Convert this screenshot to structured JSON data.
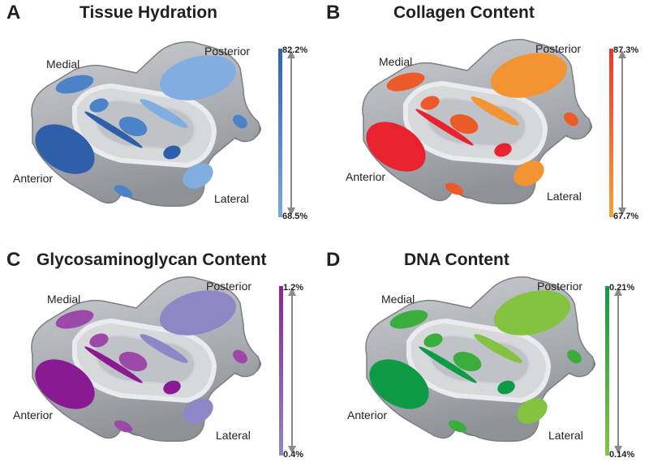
{
  "panels": [
    {
      "letter": "A",
      "title": "Tissue Hydration",
      "max_label": "82.2%",
      "min_label": "68.5%",
      "colors": {
        "dark": "#2e5fa8",
        "mid": "#4c82c8",
        "light": "#82ade0",
        "bar_top": "#3563aa",
        "bar_bottom": "#7aa8de"
      }
    },
    {
      "letter": "B",
      "title": "Collagen Content",
      "max_label": "87.3%",
      "min_label": "67.7%",
      "colors": {
        "dark": "#e8222f",
        "mid": "#ec5a2a",
        "light": "#f39432",
        "bar_top": "#e63a2c",
        "bar_bottom": "#f5a23a"
      }
    },
    {
      "letter": "C",
      "title": "Glycosaminoglycan Content",
      "max_label": "1.2%",
      "min_label": "0.4%",
      "colors": {
        "dark": "#8a1a92",
        "mid": "#9b48a8",
        "light": "#8f86c6",
        "bar_top": "#8e2296",
        "bar_bottom": "#8f86c6"
      }
    },
    {
      "letter": "D",
      "title": "DNA Content",
      "max_label": "0.21%",
      "min_label": "0.14%",
      "colors": {
        "dark": "#0f9a45",
        "mid": "#3aae3c",
        "light": "#84c341",
        "bar_top": "#119a4a",
        "bar_bottom": "#86c440"
      }
    }
  ],
  "orientation_labels": {
    "medial": "Medial",
    "posterior": "Posterior",
    "anterior": "Anterior",
    "lateral": "Lateral"
  }
}
